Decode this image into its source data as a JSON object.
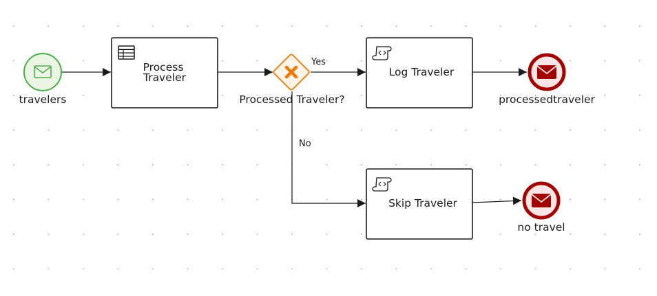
{
  "diagram": {
    "start_event": {
      "label": "travelers",
      "icon": "envelope-icon",
      "color": "#4cae4c"
    },
    "task_process": {
      "line1": "Process",
      "line2": "Traveler",
      "icon": "table-icon"
    },
    "gateway": {
      "label": "Processed Traveler?",
      "icon": "x-icon",
      "color": "#ec7a08"
    },
    "flow_yes": {
      "label": "Yes"
    },
    "flow_no": {
      "label": "No"
    },
    "task_log": {
      "label": "Log Traveler",
      "icon": "script-icon"
    },
    "task_skip": {
      "label": "Skip Traveler",
      "icon": "script-icon"
    },
    "end_processed": {
      "label": "processedtraveler",
      "icon": "envelope-filled-icon",
      "color": "#a30000"
    },
    "end_no_travel": {
      "label": "no travel",
      "icon": "envelope-filled-icon",
      "color": "#a30000"
    }
  }
}
